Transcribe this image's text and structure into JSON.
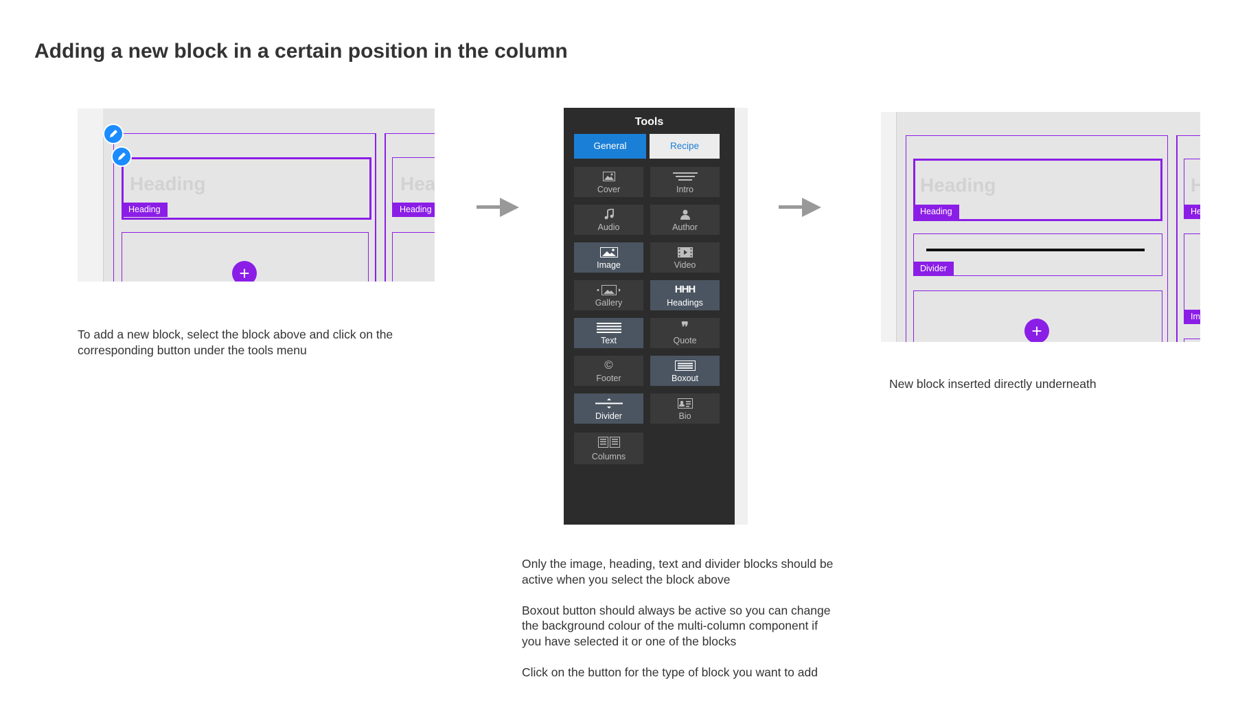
{
  "page": {
    "title": "Adding a new block in a certain position in the column"
  },
  "step1": {
    "heading_placeholder": "Heading",
    "heading_placeholder_partial": "Hea",
    "heading_tag": "Heading",
    "heading_tag_right": "Heading",
    "plus_symbol": "+",
    "caption": "To add a new block, select the block above and click on the corresponding button under the tools menu"
  },
  "tools_panel": {
    "title": "Tools",
    "tabs": [
      {
        "label": "General",
        "active": true
      },
      {
        "label": "Recipe",
        "active": false
      }
    ],
    "buttons": [
      {
        "label": "Cover",
        "icon": "cover-icon",
        "active": false
      },
      {
        "label": "Intro",
        "icon": "intro-icon",
        "active": false
      },
      {
        "label": "Audio",
        "icon": "music-note-icon",
        "active": false
      },
      {
        "label": "Author",
        "icon": "person-icon",
        "active": false
      },
      {
        "label": "Image",
        "icon": "image-icon",
        "active": true
      },
      {
        "label": "Video",
        "icon": "film-icon",
        "active": false
      },
      {
        "label": "Gallery",
        "icon": "gallery-icon",
        "active": false
      },
      {
        "label": "Headings",
        "icon": "headings-icon",
        "active": true
      },
      {
        "label": "Text",
        "icon": "text-lines-icon",
        "active": true
      },
      {
        "label": "Quote",
        "icon": "quote-icon",
        "active": false
      },
      {
        "label": "Footer",
        "icon": "copyright-icon",
        "active": false
      },
      {
        "label": "Boxout",
        "icon": "boxout-icon",
        "active": true
      },
      {
        "label": "Divider",
        "icon": "divider-icon",
        "active": true
      },
      {
        "label": "Bio",
        "icon": "id-card-icon",
        "active": false
      },
      {
        "label": "Columns",
        "icon": "columns-icon",
        "active": false
      }
    ],
    "glyphs": {
      "headings": "HHH",
      "quote": "❞",
      "copyright": "©"
    },
    "captions": [
      "Only the image, heading, text and divider blocks should be active when you select the block above",
      "Boxout button should always be active so you can change the background colour of the multi-column component if you have selected it or one of the blocks",
      "Click on the button for the type of block you want to add"
    ]
  },
  "step3": {
    "heading_placeholder": "Heading",
    "heading_placeholder_partial": "H",
    "heading_tag": "Heading",
    "heading_tag_partial": "He",
    "divider_tag": "Divider",
    "image_tag_partial": "Im",
    "plus_symbol": "+",
    "caption": "New block inserted directly underneath"
  },
  "colors": {
    "accent_purple": "#8b1ee6",
    "accent_blue": "#1a7fd6",
    "panel_dark": "#2c2c2c",
    "button_active": "#4b5561"
  }
}
